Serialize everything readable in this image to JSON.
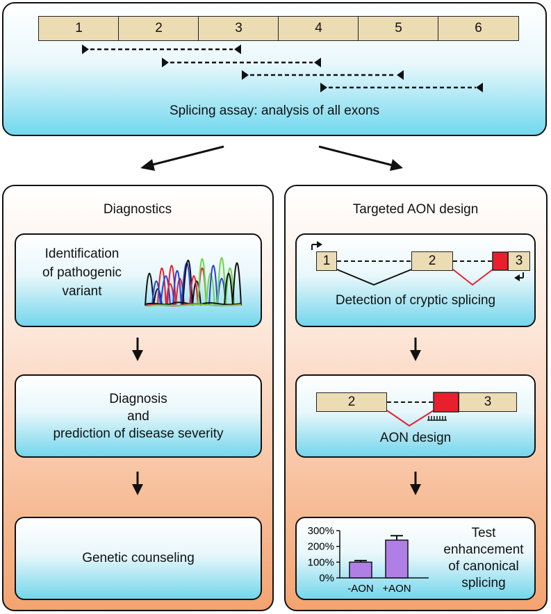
{
  "top": {
    "exons": [
      "1",
      "2",
      "3",
      "4",
      "5",
      "6"
    ],
    "caption": "Splicing assay: analysis of all exons"
  },
  "left": {
    "title": "Diagnostics",
    "step1": [
      "Identification",
      "of pathogenic",
      "variant"
    ],
    "step2": [
      "Diagnosis",
      "and",
      "prediction of disease severity"
    ],
    "step3": "Genetic counseling"
  },
  "right": {
    "title": "Targeted AON design",
    "box1_exons": [
      "1",
      "2",
      "3"
    ],
    "box1_caption": "Detection of cryptic splicing",
    "box2_exons": [
      "2",
      "3"
    ],
    "box2_caption": "AON design",
    "box3_text": [
      "Test",
      "enhancement",
      "of canonical",
      "splicing"
    ]
  },
  "colors": {
    "exon": "#ecdcb4",
    "cryptic": "#e8202e",
    "bar": "#b07fe6",
    "splice_line": "#e8202e"
  },
  "chart_data": {
    "type": "bar",
    "categories": [
      "-AON",
      "+AON"
    ],
    "values": [
      100,
      240
    ],
    "errors": [
      10,
      28
    ],
    "yticks": [
      "0%",
      "100%",
      "200%",
      "300%"
    ],
    "ylim": [
      0,
      300
    ]
  }
}
